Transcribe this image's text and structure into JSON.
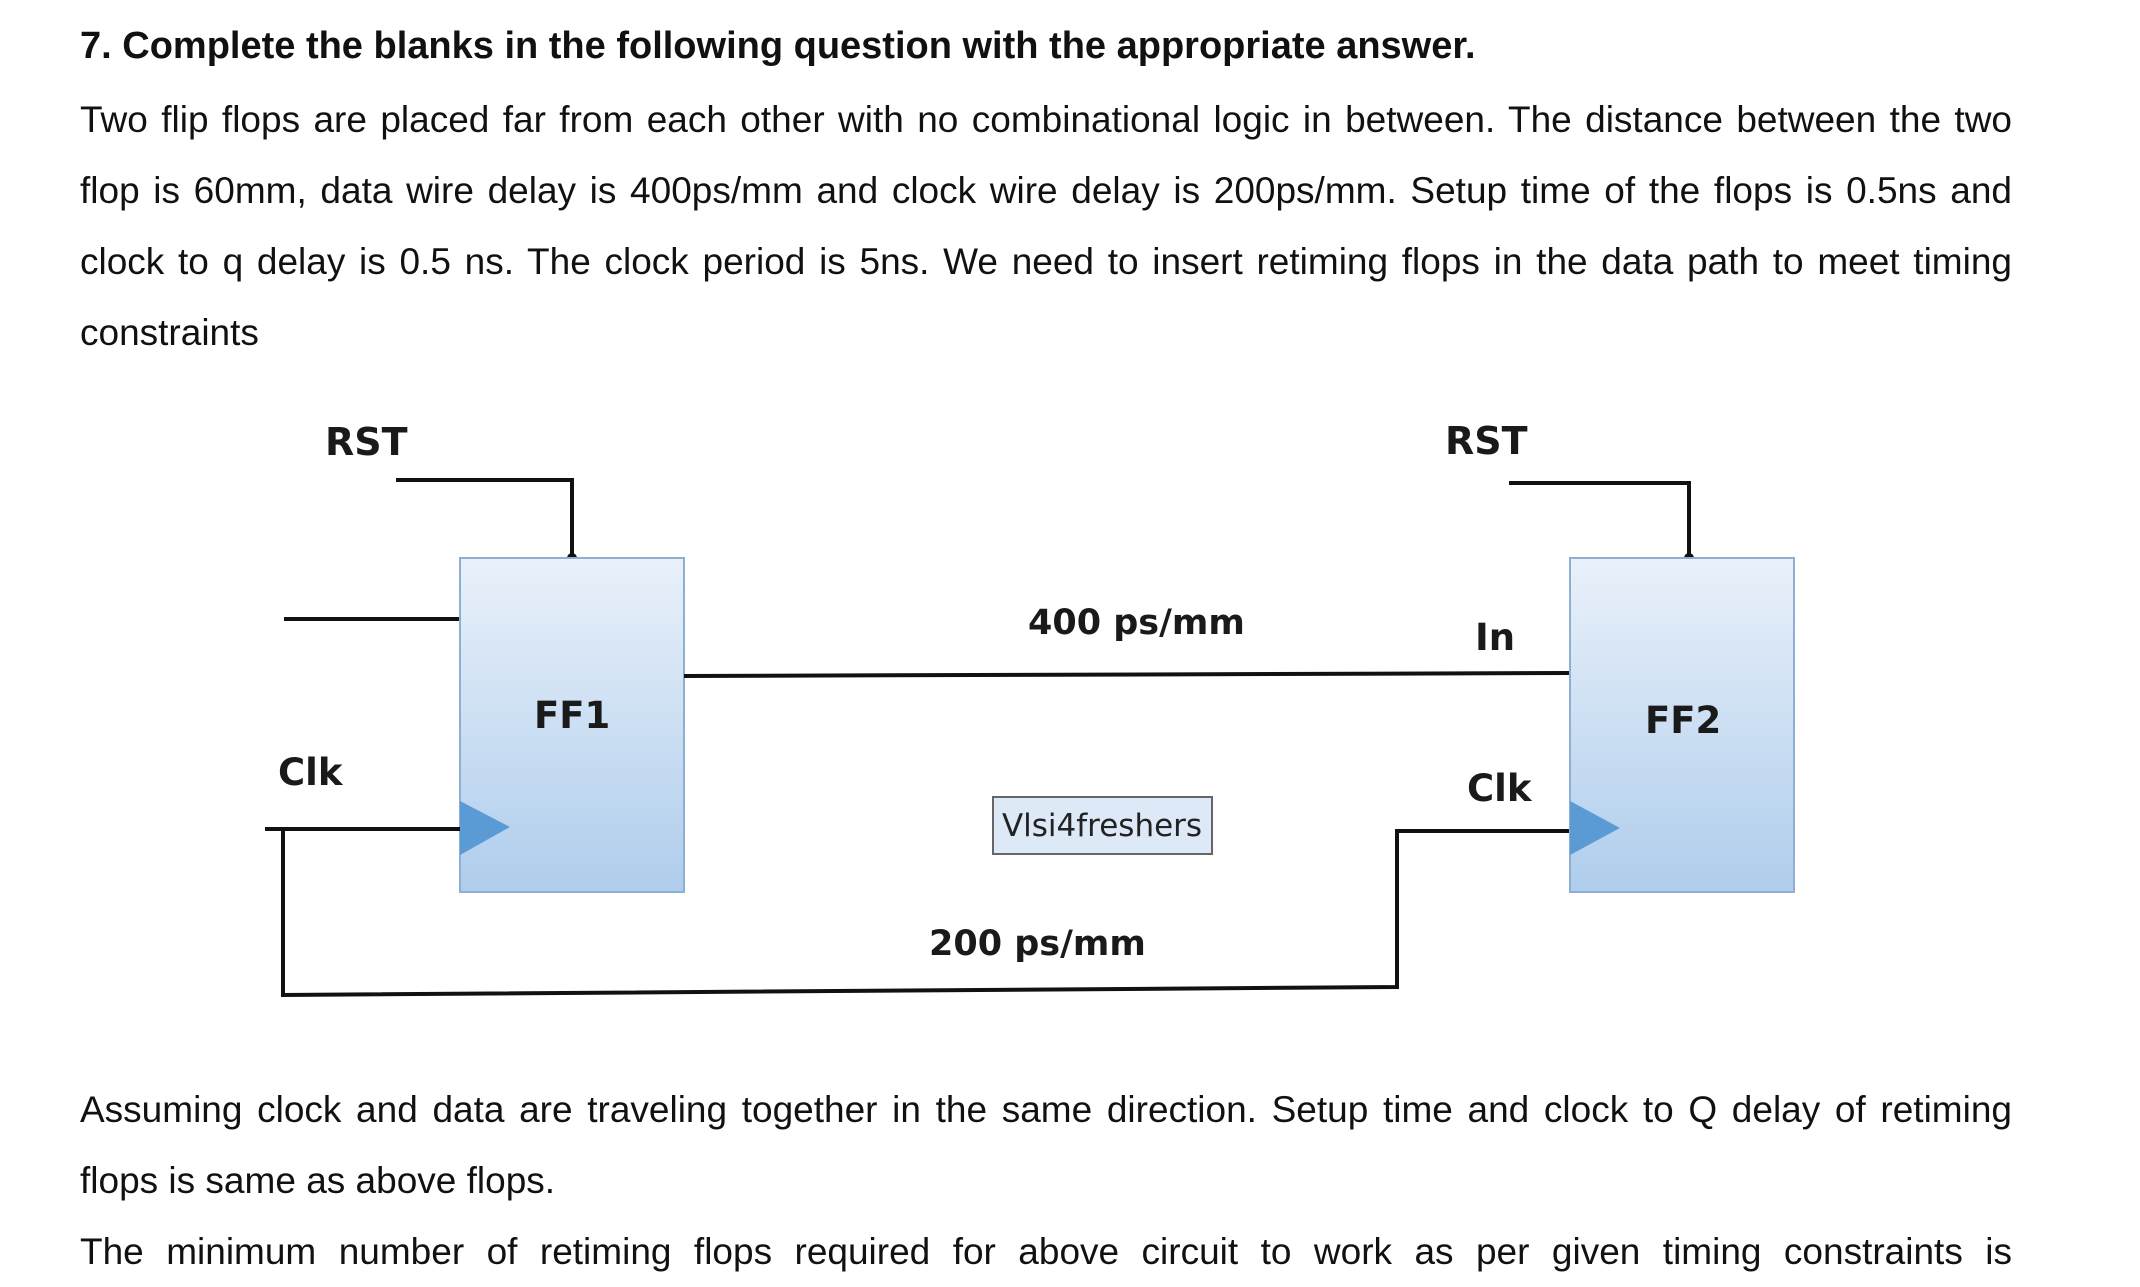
{
  "question": {
    "title": "7. Complete the blanks in the following question with the appropriate answer.",
    "intro": "Two flip flops are placed far from each other with no combinational logic in between. The distance between the two flop is 60mm, data wire delay is 400ps/mm and clock wire delay is 200ps/mm. Setup time of the flops is 0.5ns and clock to q delay is 0.5 ns. The clock period is 5ns. We need to insert retiming flops in the data path to meet timing constraints",
    "assumption": "Assuming clock and data are traveling together in the same direction. Setup time and clock to Q delay of retiming flops is same as above flops.",
    "prompt": "The minimum number of retiming flops required for above circuit to work as per given timing constraints is"
  },
  "diagram": {
    "ff1": {
      "name": "FF1",
      "rst_label": "RST",
      "clk_label": "Clk"
    },
    "ff2": {
      "name": "FF2",
      "rst_label": "RST",
      "in_label": "In",
      "clk_label": "Clk"
    },
    "data_wire_label": "400 ps/mm",
    "clock_wire_label": "200 ps/mm",
    "watermark": "Vlsi4freshers",
    "colors": {
      "block_top": "#e9f1fa",
      "block_bottom": "#afcdec",
      "block_border": "#8eafd2",
      "clock_triangle": "#5b9bd5",
      "wire": "#111111"
    }
  }
}
